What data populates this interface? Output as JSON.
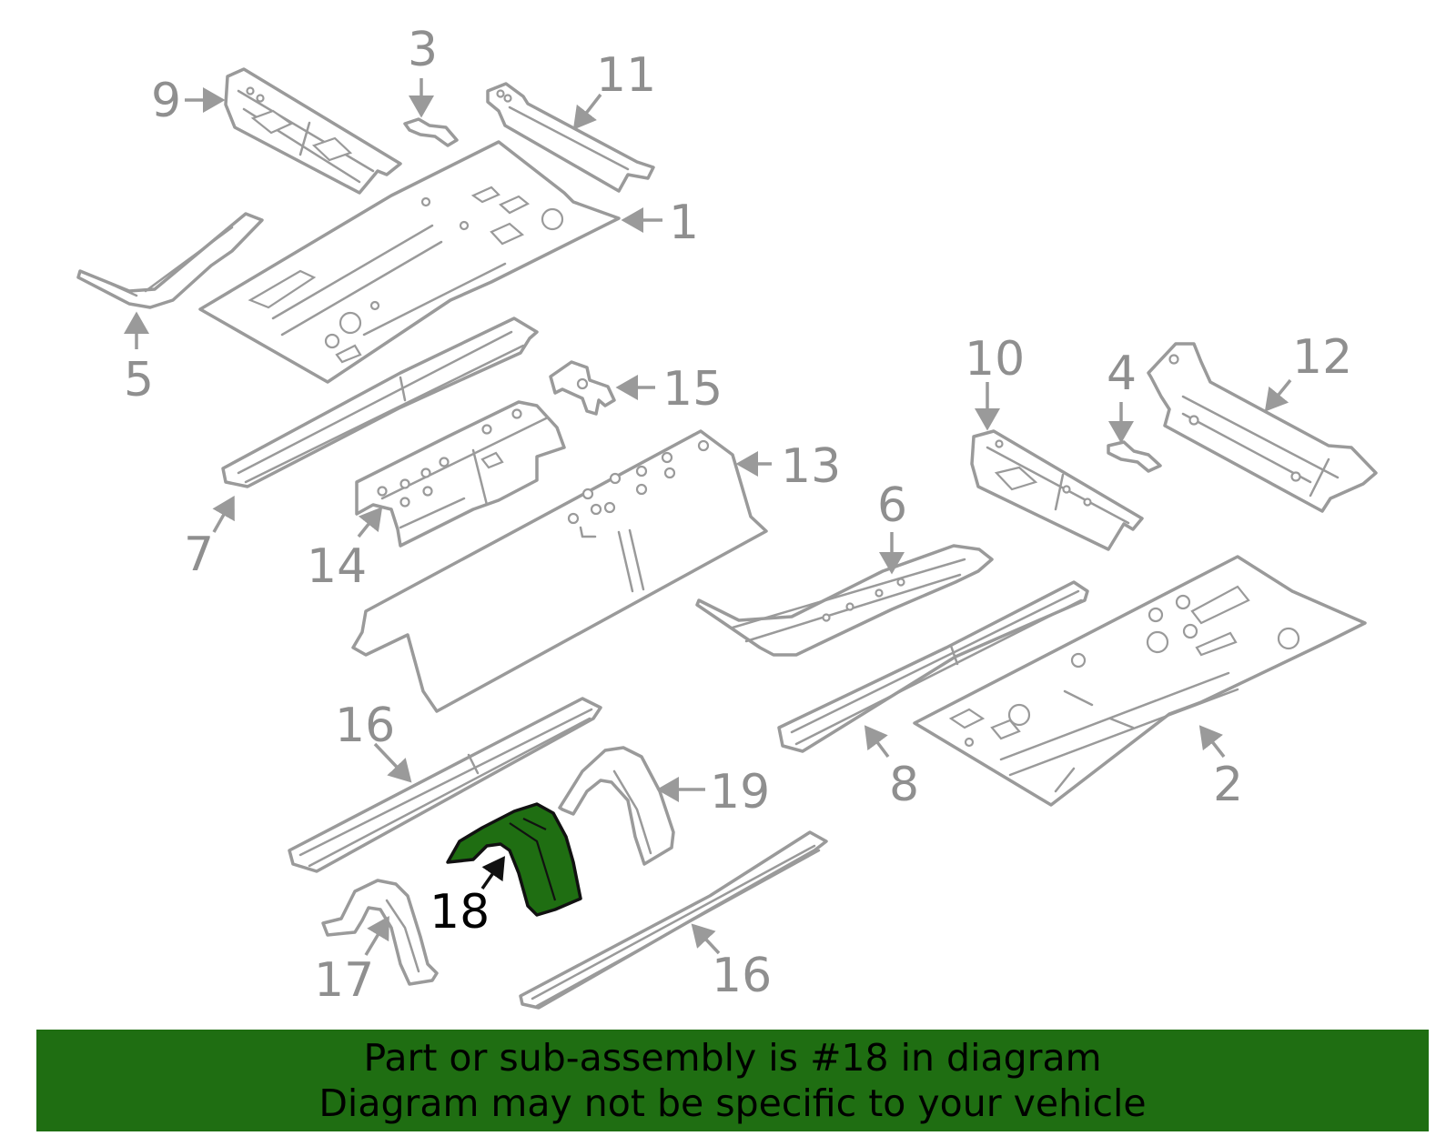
{
  "diagram": {
    "callouts": [
      {
        "id": "c1",
        "text": "1"
      },
      {
        "id": "c2",
        "text": "2"
      },
      {
        "id": "c3",
        "text": "3"
      },
      {
        "id": "c4",
        "text": "4"
      },
      {
        "id": "c5",
        "text": "5"
      },
      {
        "id": "c6",
        "text": "6"
      },
      {
        "id": "c7",
        "text": "7"
      },
      {
        "id": "c8",
        "text": "8"
      },
      {
        "id": "c9",
        "text": "9"
      },
      {
        "id": "c10",
        "text": "10"
      },
      {
        "id": "c11",
        "text": "11"
      },
      {
        "id": "c12",
        "text": "12"
      },
      {
        "id": "c13",
        "text": "13"
      },
      {
        "id": "c14",
        "text": "14"
      },
      {
        "id": "c15",
        "text": "15"
      },
      {
        "id": "c16a",
        "text": "16"
      },
      {
        "id": "c16b",
        "text": "16"
      },
      {
        "id": "c17",
        "text": "17"
      },
      {
        "id": "c18",
        "text": "18"
      },
      {
        "id": "c19",
        "text": "19"
      }
    ],
    "highlighted_part": "18",
    "highlight_color": "#1f6e12",
    "part_line_color": "#9a9a9a"
  },
  "banner": {
    "line1": "Part or sub-assembly is #18 in diagram",
    "line2": "Diagram may not be specific to your vehicle",
    "background": "#1f6e12"
  }
}
